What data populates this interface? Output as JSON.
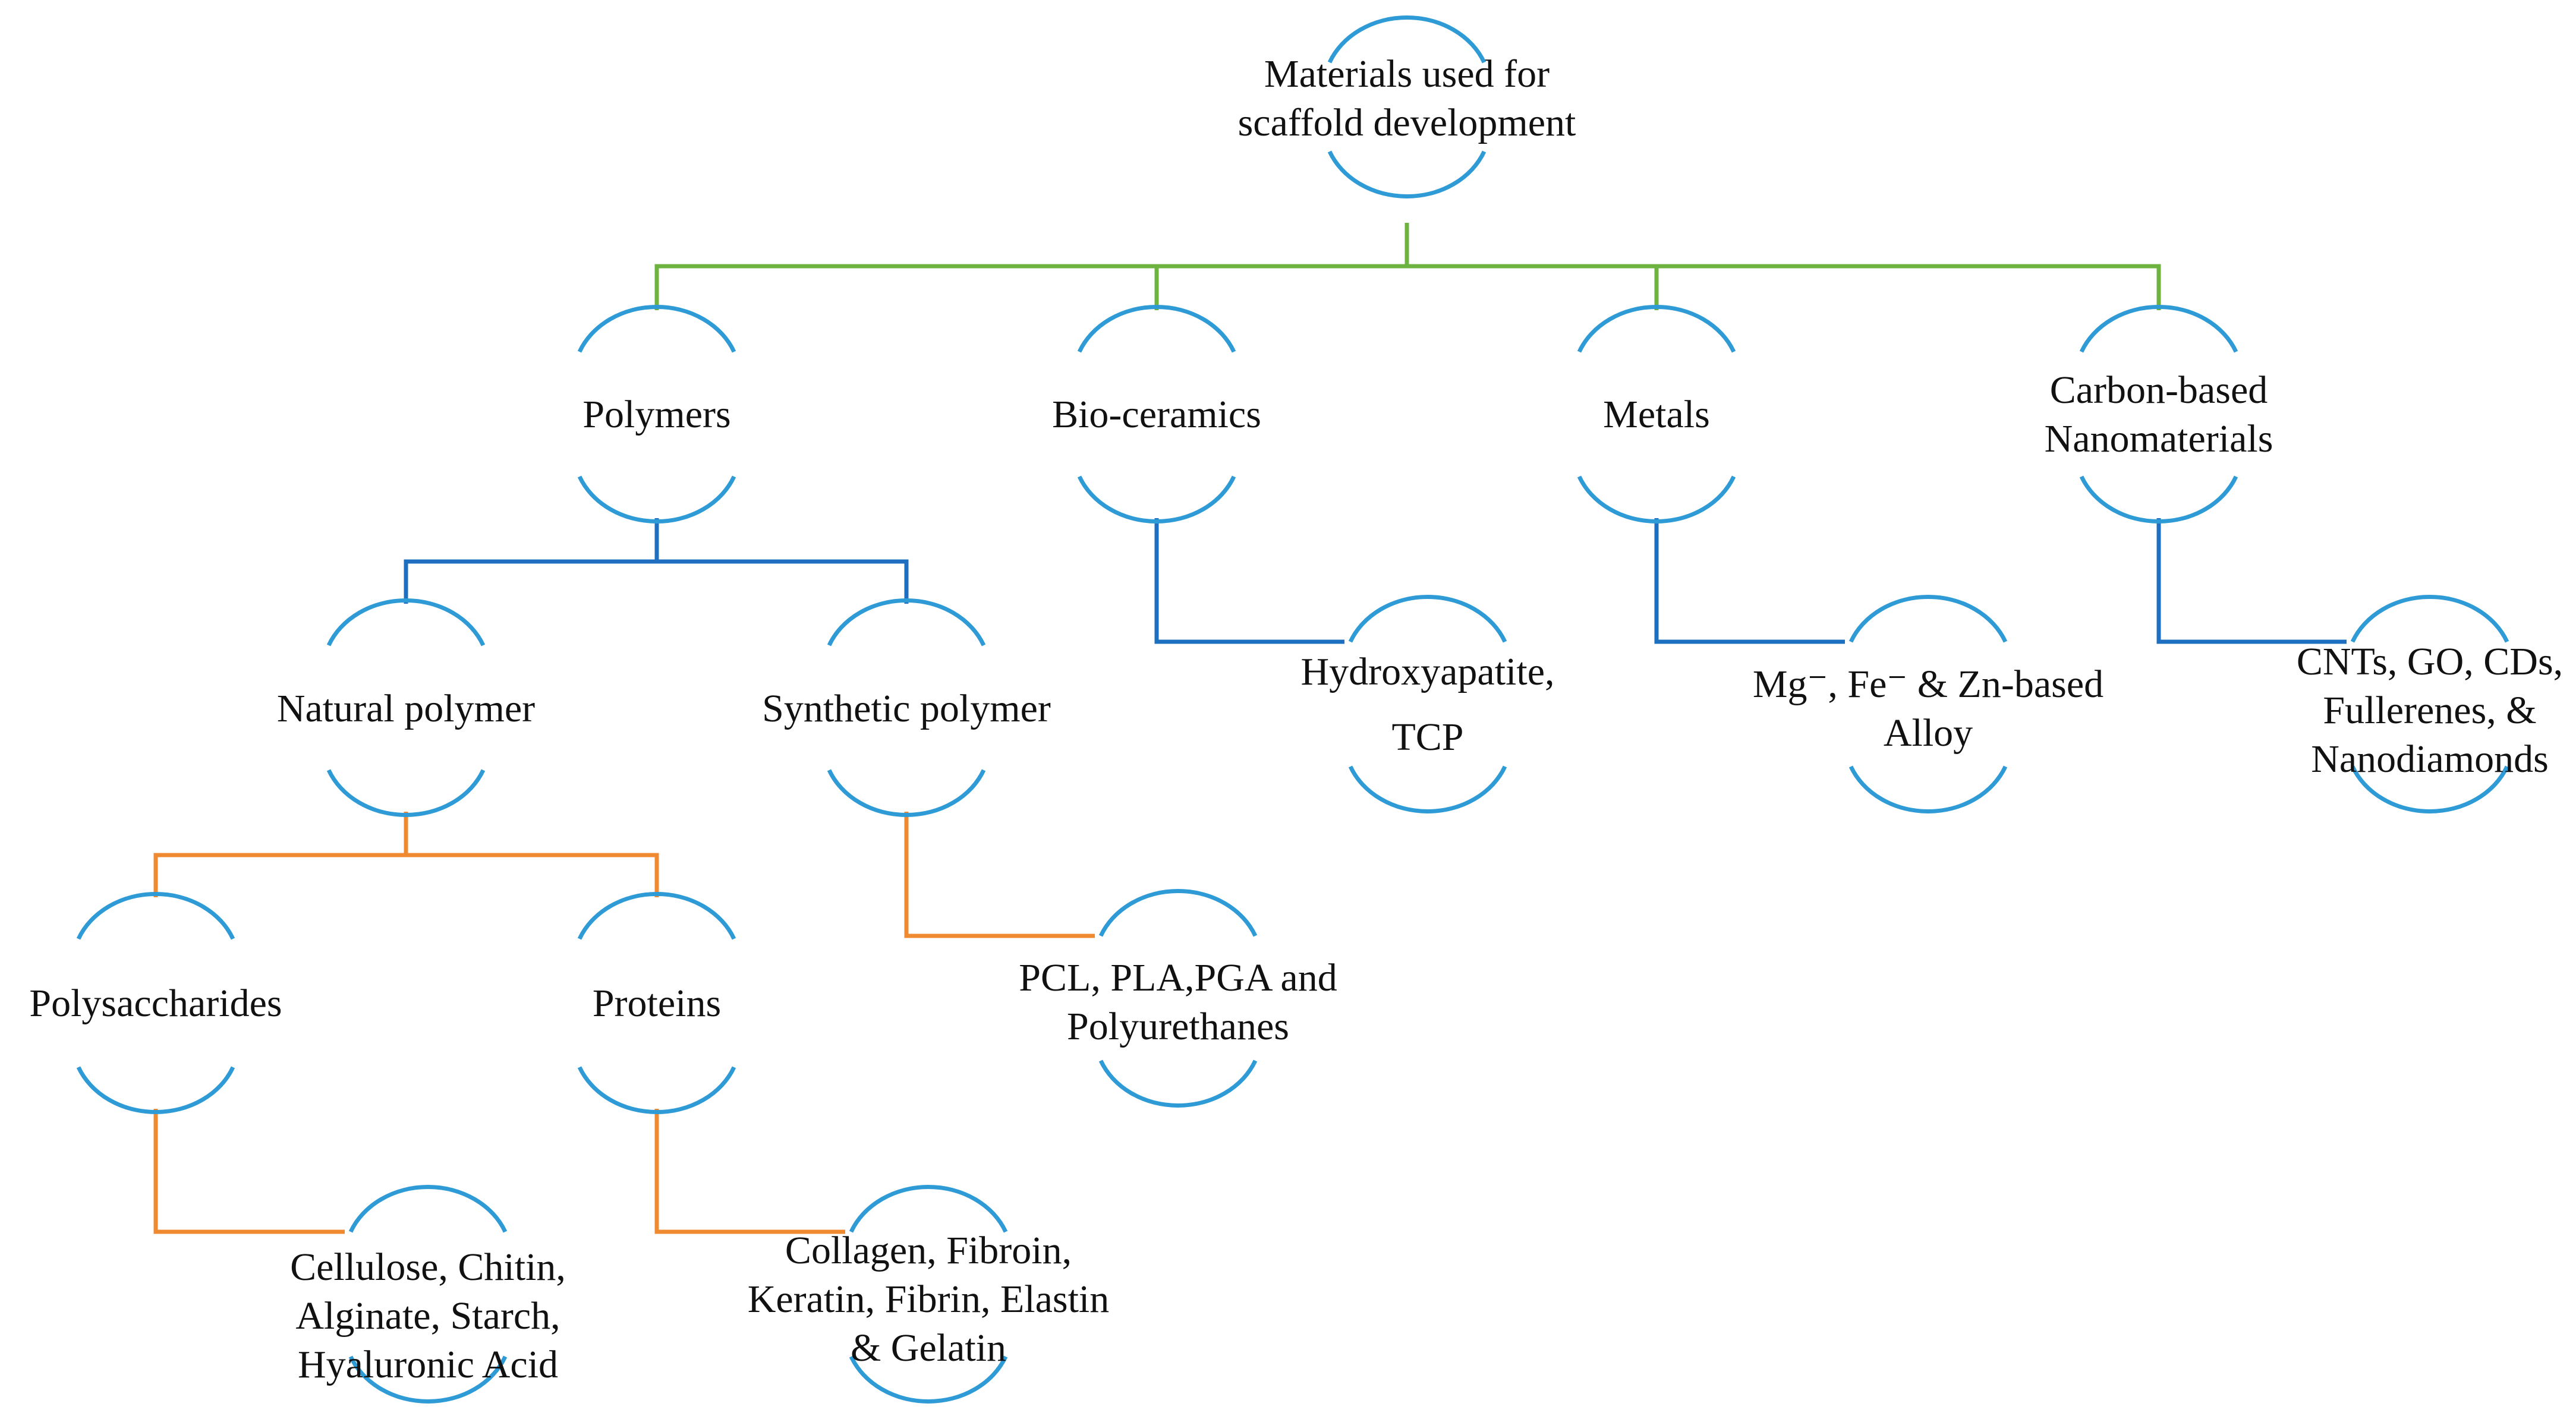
{
  "colors": {
    "node_arc": "#2f9bd6",
    "level1_connector": "#6cb33f",
    "level2_connector": "#1e6fc0",
    "level3_connector": "#f08a30",
    "text": "#111111"
  },
  "nodes": {
    "root": [
      "Materials used for",
      "scaffold development"
    ],
    "polymers": [
      "Polymers"
    ],
    "bioceramics": [
      "Bio-ceramics"
    ],
    "metals": [
      "Metals"
    ],
    "carbon": [
      "Carbon-based",
      "Nanomaterials"
    ],
    "natural": [
      "Natural polymer"
    ],
    "synthetic": [
      "Synthetic polymer"
    ],
    "hydroxyapatite": [
      "Hydroxyapatite,",
      "TCP"
    ],
    "alloy": [
      "Mg⁻, Fe⁻ & Zn-based",
      "Alloy"
    ],
    "cnts": [
      "CNTs, GO, CDs,",
      "Fullerenes, &",
      "Nanodiamonds"
    ],
    "polysaccharides": [
      "Polysaccharides"
    ],
    "proteins": [
      "Proteins"
    ],
    "pcl": [
      "PCL, PLA,PGA and",
      "Polyurethanes"
    ],
    "cellulose": [
      "Cellulose, Chitin,",
      "Alginate, Starch,",
      "Hyaluronic Acid"
    ],
    "collagen": [
      "Collagen, Fibroin,",
      "Keratin, Fibrin, Elastin",
      "& Gelatin"
    ]
  }
}
